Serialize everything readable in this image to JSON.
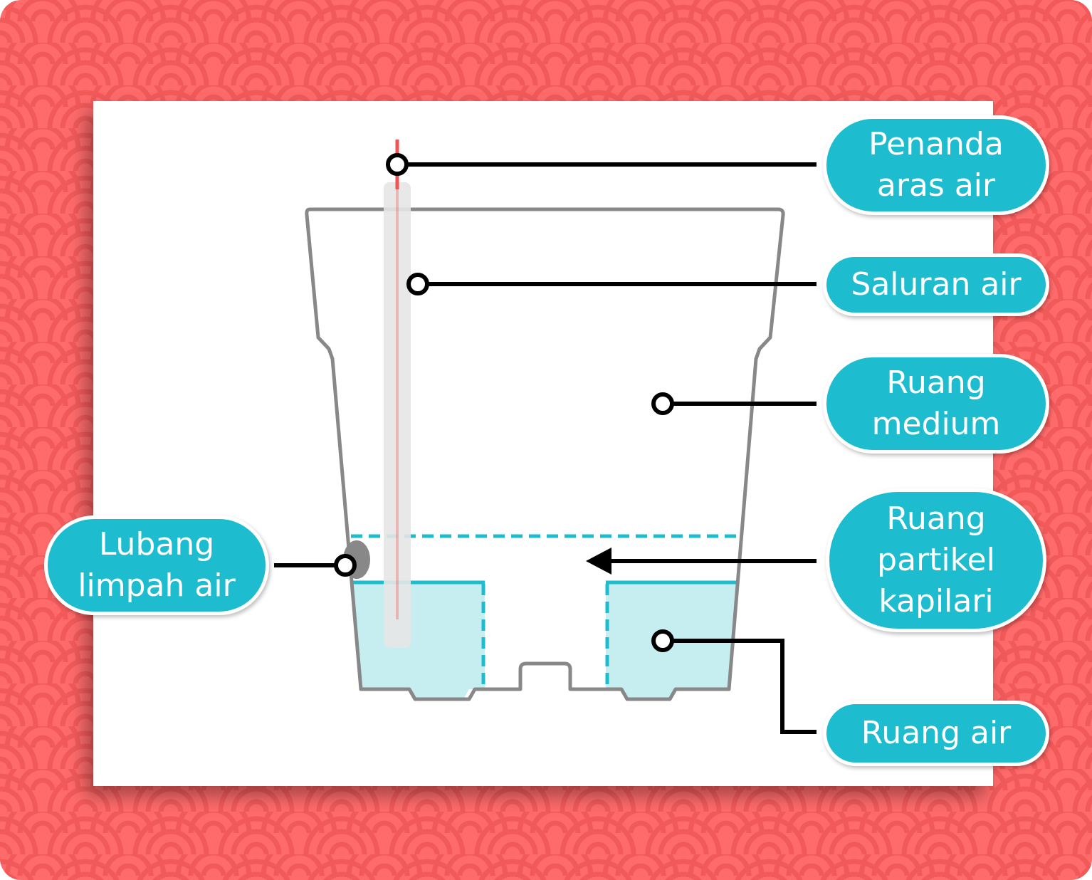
{
  "colors": {
    "background": "#ff6b6b",
    "scale_pattern": "#f25a5a",
    "card": "#ffffff",
    "pill": "#1dbdcf",
    "pill_text": "#ffffff",
    "pot_outline": "#888888",
    "water_fill": "#c6edf0",
    "water_line": "#1dbdcf",
    "tube": "#e6e6e6",
    "marker": "#ee5555",
    "leader_line": "#000000"
  },
  "labels": {
    "penanda_aras_air": "Penanda\naras air",
    "saluran_air": "Saluran air",
    "ruang_medium": "Ruang\nmedium",
    "ruang_partikel_kapilari": "Ruang\npartikel\nkapilari",
    "ruang_air": "Ruang air",
    "lubang_limpah_air": "Lubang\nlimpah air"
  }
}
